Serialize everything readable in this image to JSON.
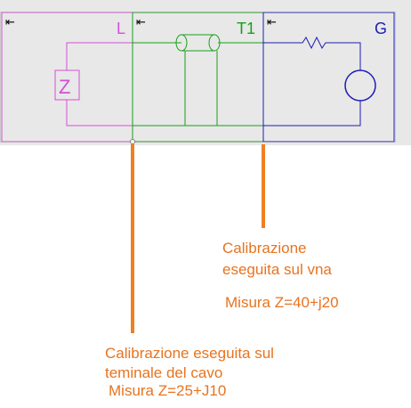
{
  "blocks": {
    "load": {
      "label": "L",
      "arrow": "⇤",
      "component": "Z"
    },
    "line": {
      "label": "T1",
      "arrow": "⇤"
    },
    "generator": {
      "label": "G",
      "arrow": "⇤"
    }
  },
  "annotations": {
    "vna": {
      "line1": "Calibrazione",
      "line2": "eseguita sul vna",
      "measure": "Misura Z=40+j20"
    },
    "cable": {
      "line1": "Calibrazione eseguita sul",
      "line2": "teminale del cavo",
      "measure": "Misura Z=25+J10"
    }
  },
  "colors": {
    "background": "#e8e8e8",
    "load": "#d44fd4",
    "line": "#18a018",
    "generator": "#1c1cb4",
    "marker": "#f07f22",
    "outline": "#808080"
  }
}
